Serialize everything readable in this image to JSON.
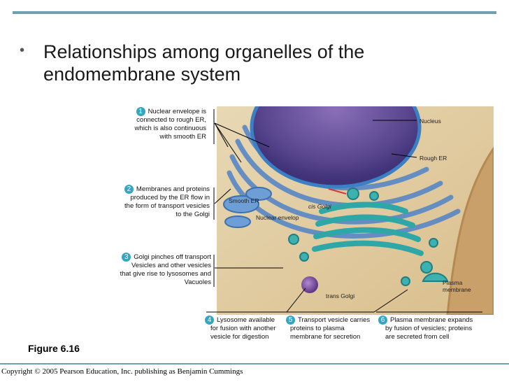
{
  "slide": {
    "bullet": "•",
    "title_line1": "Relationships among organelles of the",
    "title_line2": "endomembrane system",
    "figure": "Figure 6.16",
    "copyright": "Copyright © 2005 Pearson Education, Inc. publishing as Benjamin Cummings"
  },
  "steps": [
    {
      "num": "1",
      "lines": [
        "Nuclear envelope is",
        "connected  to rough ER,",
        "which is also continuous",
        "with smooth ER"
      ]
    },
    {
      "num": "2",
      "lines": [
        "Membranes and proteins",
        "produced by the ER flow in",
        "the form of transport vesicles",
        "to the Golgi"
      ]
    },
    {
      "num": "3",
      "lines": [
        "Golgi pinches off transport",
        "Vesicles and other vesicles",
        "that give rise to lysosomes and",
        "Vacuoles"
      ]
    },
    {
      "num": "4",
      "lines": [
        "Lysosome available",
        "for fusion with another",
        "vesicle for digestion"
      ]
    },
    {
      "num": "5",
      "lines": [
        "Transport vesicle carries",
        "proteins to plasma",
        "membrane for secretion"
      ]
    },
    {
      "num": "6",
      "lines": [
        "Plasma membrane expands",
        "by fusion of vesicles; proteins",
        "are secreted from cell"
      ]
    }
  ],
  "labels": {
    "nucleus": "Nucleus",
    "rough_er": "Rough ER",
    "smooth_er": "Smooth ER",
    "cis_golgi": "cis Golgi",
    "nuclear_envelope": "Nuclear envelop",
    "plasma_membrane_1": "Plasma",
    "plasma_membrane_2": "membrane",
    "trans_golgi": "trans Golgi"
  }
}
